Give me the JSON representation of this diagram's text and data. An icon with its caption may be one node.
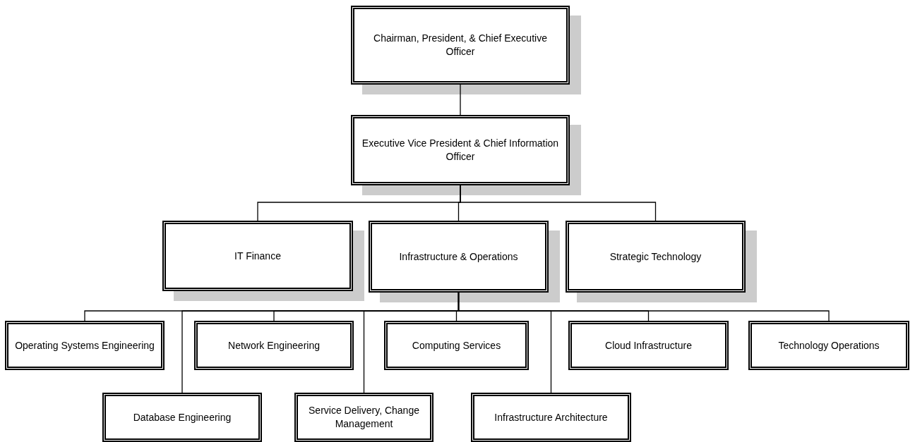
{
  "diagram": {
    "nodes": [
      {
        "text": [
          "Chairman, President, & Chief Executive Officer"
        ]
      },
      {
        "text": [
          "Executive Vice President & Chief Information Officer"
        ]
      },
      {
        "text": [
          "IT Finance"
        ]
      },
      {
        "text": [
          "Infrastructure & Operations"
        ]
      },
      {
        "text": [
          "Strategic Technology"
        ]
      },
      {
        "text": [
          "Operating Systems Engineering"
        ]
      },
      {
        "text": [
          "Database Engineering"
        ]
      },
      {
        "text": [
          "Network Engineering"
        ]
      },
      {
        "text": [
          "Service Delivery, Change Management"
        ]
      },
      {
        "text": [
          "Computing Services"
        ]
      },
      {
        "text": [
          "Infrastructure Architecture"
        ]
      },
      {
        "text": [
          "Cloud Infrastructure"
        ]
      },
      {
        "text": [
          "Technology Operations"
        ]
      }
    ],
    "edges": [
      {
        "from": 0,
        "to": 1,
        "arrow": "none"
      },
      {
        "from": 1,
        "to": 2,
        "arrow": "none"
      },
      {
        "from": 1,
        "to": 3,
        "arrow": "none"
      },
      {
        "from": 1,
        "to": 4,
        "arrow": "none"
      },
      {
        "from": 3,
        "to": 5,
        "arrow": "none"
      },
      {
        "from": 3,
        "to": 6,
        "arrow": "none"
      },
      {
        "from": 3,
        "to": 7,
        "arrow": "none"
      },
      {
        "from": 3,
        "to": 8,
        "arrow": "none"
      },
      {
        "from": 3,
        "to": 9,
        "arrow": "none"
      },
      {
        "from": 3,
        "to": 10,
        "arrow": "none"
      },
      {
        "from": 3,
        "to": 11,
        "arrow": "none"
      },
      {
        "from": 3,
        "to": 12,
        "arrow": "none"
      }
    ]
  }
}
